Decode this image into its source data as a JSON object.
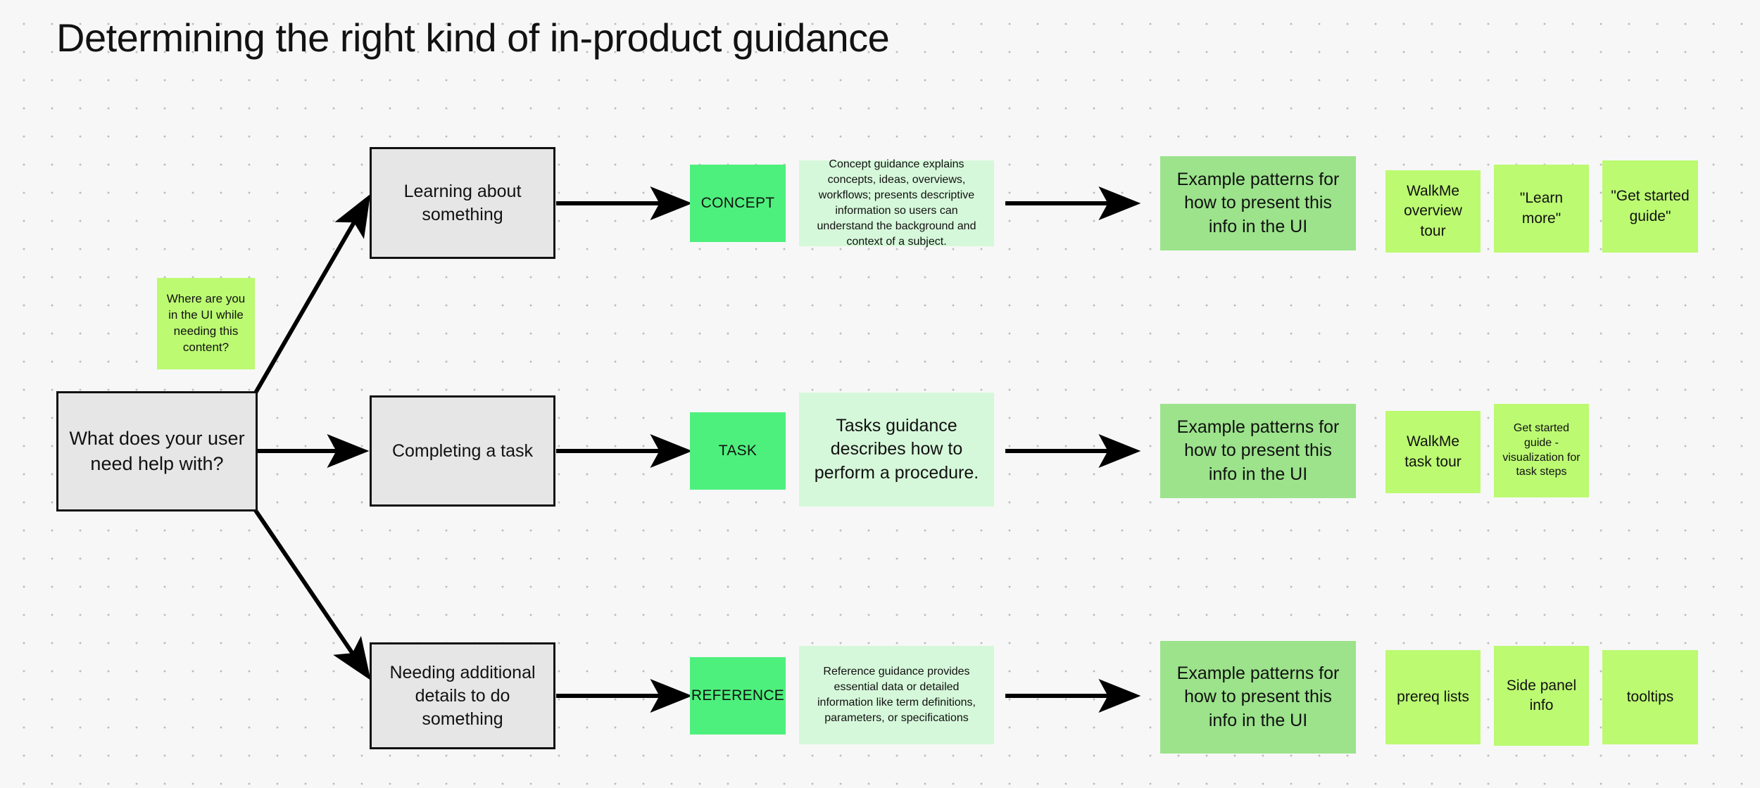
{
  "board": {
    "title": "Determining the right kind of in-product guidance",
    "background_color": "#f7f7f7",
    "dot_grid_color": "#bdbdbd"
  },
  "palette": {
    "grey_box_fill": "#e6e6e6",
    "grey_box_border": "#111111",
    "type_chip_green": "#4ef07d",
    "definition_mint": "#d6f8da",
    "pattern_green": "#9ce38b",
    "sticky_yellow_green": "#bcfa72",
    "arrow_color": "#000000",
    "text_color": "#111111"
  },
  "decision": {
    "label": "What does your user need help with?"
  },
  "annotation_note": {
    "label": "Where are you in the UI while needing this content?"
  },
  "branches": [
    {
      "id": "concept",
      "need": "Learning about something",
      "type_label": "CONCEPT",
      "definition": "Concept guidance explains concepts, ideas, overviews, workflows; presents descriptive information so users can understand the background and context of a subject.",
      "pattern_label": "Example patterns for how to present this info in the UI",
      "examples": [
        "WalkMe overview tour",
        "\"Learn more\"",
        "\"Get started guide\""
      ]
    },
    {
      "id": "task",
      "need": "Completing a task",
      "type_label": "TASK",
      "definition": "Tasks guidance describes how to perform a procedure.",
      "pattern_label": "Example patterns for how to present this info in the UI",
      "examples": [
        "WalkMe task tour",
        "Get started guide - visualization for task steps"
      ]
    },
    {
      "id": "reference",
      "need": "Needing additional details to do something",
      "type_label": "REFERENCE",
      "definition": "Reference guidance provides essential data or detailed information like term definitions, parameters, or specifications",
      "pattern_label": "Example patterns for how to present this info in the UI",
      "examples": [
        "prereq lists",
        "Side panel info",
        "tooltips"
      ]
    }
  ]
}
